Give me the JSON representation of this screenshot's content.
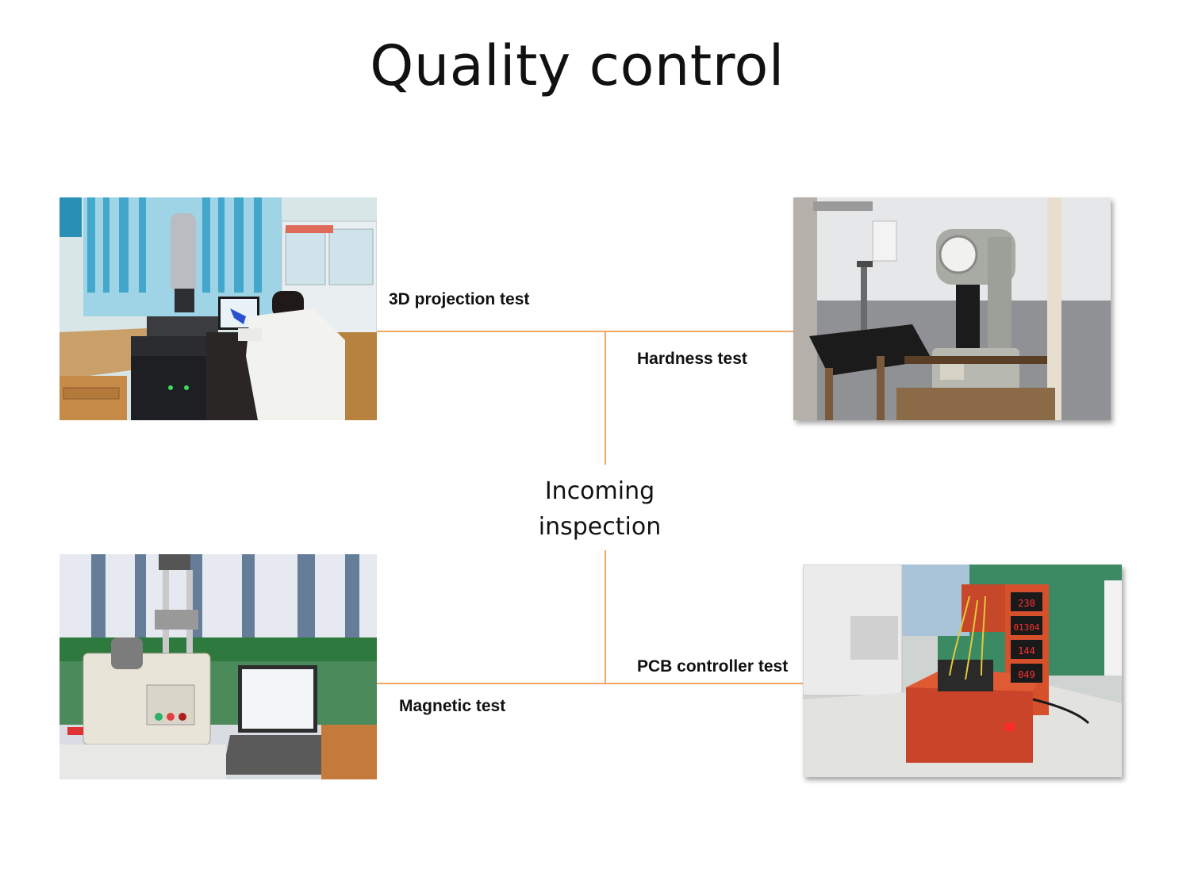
{
  "slide": {
    "title": "Quality control",
    "center_label_line1": "Incoming",
    "center_label_line2": "inspection",
    "accent_color": "#f2a766"
  },
  "tests": {
    "projection": {
      "label": "3D projection test"
    },
    "hardness": {
      "label": "Hardness test"
    },
    "magnetic": {
      "label": "Magnetic test"
    },
    "pcb": {
      "label": "PCB controller test",
      "display_readings": [
        "230",
        "01304",
        "144",
        "049"
      ]
    }
  }
}
